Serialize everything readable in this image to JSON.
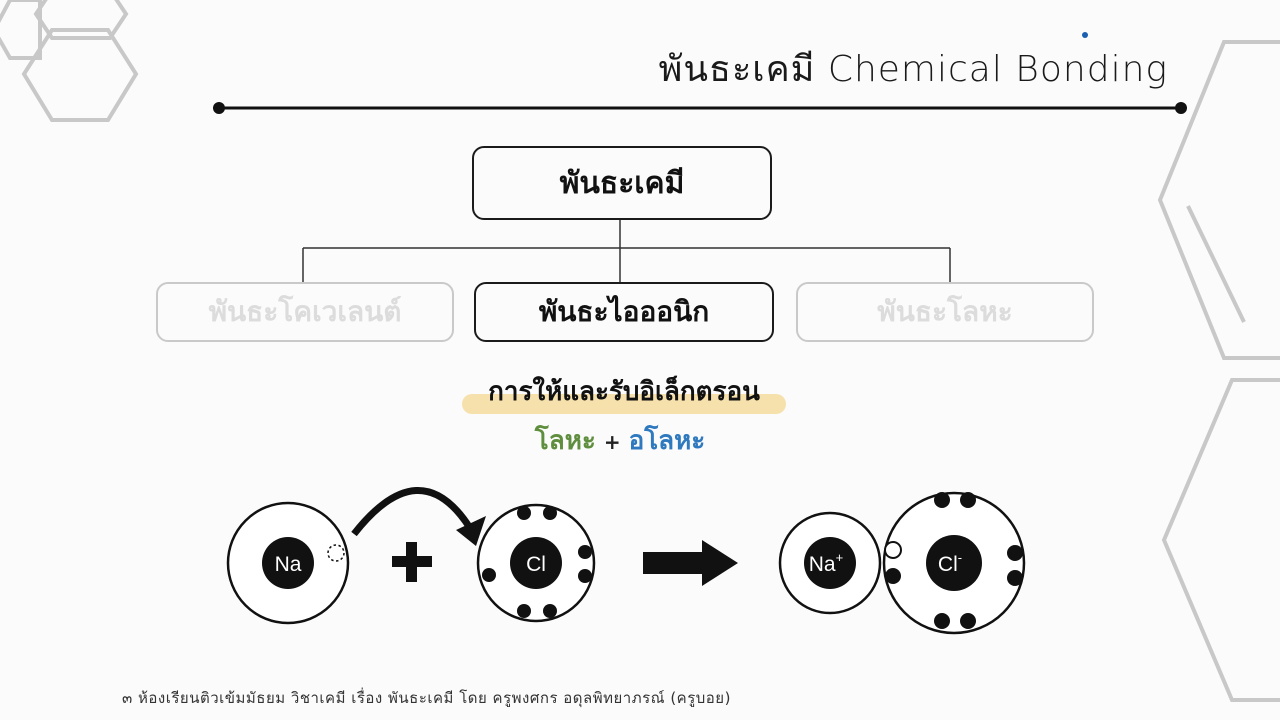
{
  "header": {
    "title": "พันธะเคมี Chemical Bonding"
  },
  "tree": {
    "root": "พันธะเคมี",
    "children": [
      {
        "label": "พันธะโคเวเลนต์",
        "active": false
      },
      {
        "label": "พันธะไอออนิก",
        "active": true
      },
      {
        "label": "พันธะโลหะ",
        "active": false
      }
    ]
  },
  "concept": {
    "text": "การให้และรับอิเล็กตรอน",
    "highlight_color": "#f6e1ad"
  },
  "formula": {
    "metal": "โลหะ",
    "operator": "+",
    "nonmetal": "อโลหะ",
    "metal_color": "#5f8f3e",
    "nonmetal_color": "#2f79bf"
  },
  "ionic_diagram": {
    "sodium": "Na",
    "chlorine": "Cl",
    "sodium_ion": "Na",
    "sodium_charge": "+",
    "chloride_ion": "Cl",
    "chloride_charge": "-"
  },
  "footer": {
    "text": "๓  ห้องเรียนติวเข้มมัธยม  วิชาเคมี  เรื่อง  พันธะเคมี  โดย  ครูพงศกร  อดุลพิทยาภรณ์  (ครูบอย)"
  },
  "colors": {
    "background": "#fbfbfb",
    "hexagon_stroke": "#c8c8c8"
  }
}
